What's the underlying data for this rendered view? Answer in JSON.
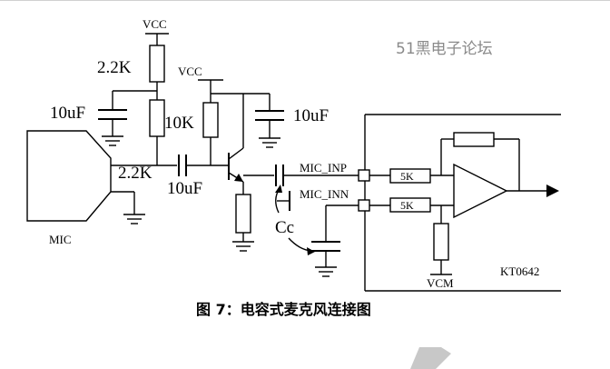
{
  "watermark": "51黑电子论坛",
  "labels": {
    "vcc_left": "VCC",
    "vcc_right": "VCC",
    "r_2k2_top": "2.2K",
    "c_10uf_left": "10uF",
    "r_10k": "10K",
    "c_10uf_right": "10uF",
    "r_2k2_mid": "2.2K",
    "c_10uf_coupling": "10uF",
    "mic_inp": "MIC_INP",
    "mic_inn": "MIC_INN",
    "r_5k_top": "5K",
    "r_5k_bottom": "5K",
    "cc": "Cc",
    "mic": "MIC",
    "vcm": "VCM",
    "chip": "KT0642"
  },
  "caption": "图  7：电容式麦克风连接图",
  "colors": {
    "line": "#000000",
    "watermark": "#8a8a8a",
    "accent": "#c8c8c8"
  }
}
